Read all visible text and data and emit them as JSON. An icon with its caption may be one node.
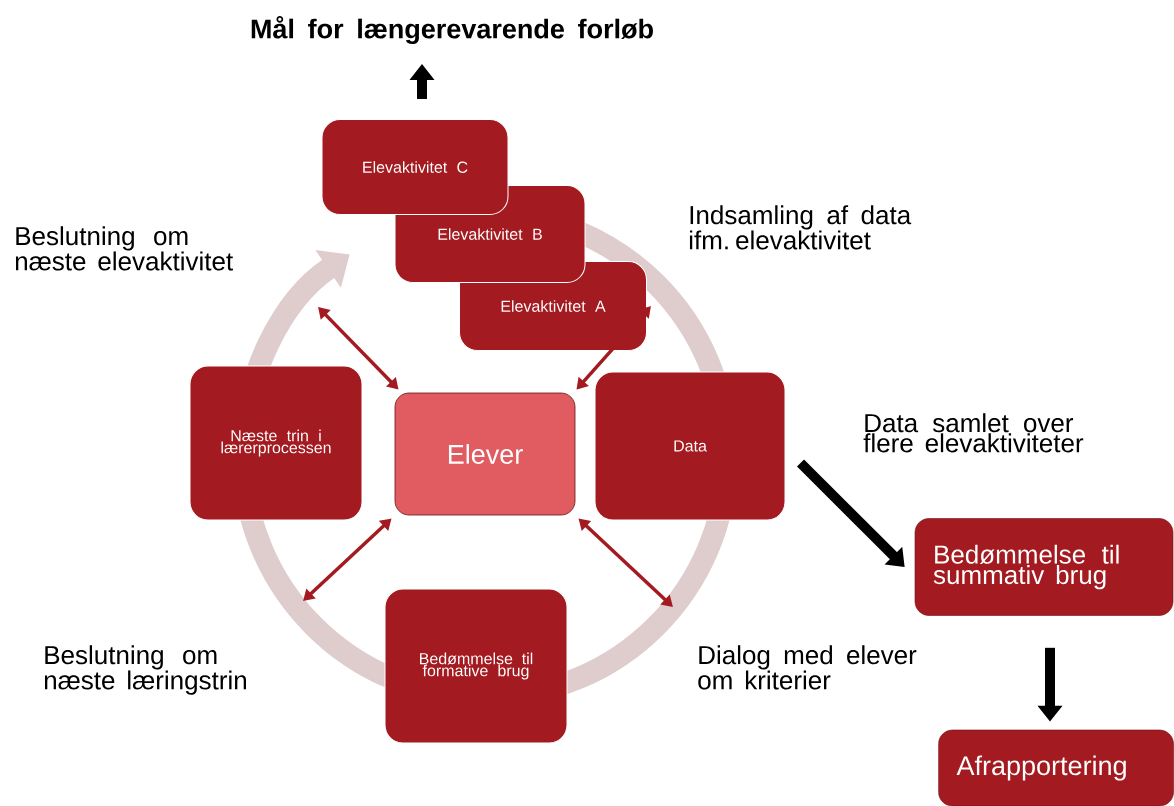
{
  "diagram": {
    "nodes": [
      {
        "text": [
          "Mål for længerevarende forløb"
        ]
      },
      {
        "text": [
          "Elevaktivitet C"
        ]
      },
      {
        "text": [
          "Elevaktivitet B"
        ]
      },
      {
        "text": [
          "Elevaktivitet A"
        ]
      },
      {
        "text": [
          "Elever"
        ]
      },
      {
        "text": [
          "Data"
        ]
      },
      {
        "text": [
          "Næste trin i lærerprocessen"
        ]
      },
      {
        "text": [
          "Bedømmelse til formative brug"
        ]
      },
      {
        "text": [
          "Bedømmelse til summativ brug"
        ]
      },
      {
        "text": [
          "Afrapportering"
        ]
      }
    ],
    "edges": [
      {
        "from": 1,
        "to": 0,
        "arrow": "to",
        "style": "thick",
        "color": "#000000"
      },
      {
        "from": 4,
        "to": 3,
        "arrow": "both"
      },
      {
        "from": 4,
        "to": null,
        "arrow": "both"
      },
      {
        "from": 4,
        "to": null,
        "arrow": "both"
      },
      {
        "from": 4,
        "to": null,
        "arrow": "both"
      },
      {
        "from": 5,
        "to": 8,
        "arrow": "to",
        "style": "thick",
        "color": "#000000"
      },
      {
        "from": 8,
        "to": 9,
        "arrow": "to",
        "style": "thick",
        "color": "#000000"
      }
    ],
    "labels": [
      "Beslutning om næste elevaktivitet",
      "Indsamling af data ifm. elevaktivitet",
      "Data samlet over flere elevaktiviteter",
      "Beslutning om næste læringstrin",
      "Dialog med elever om kriterier"
    ]
  }
}
